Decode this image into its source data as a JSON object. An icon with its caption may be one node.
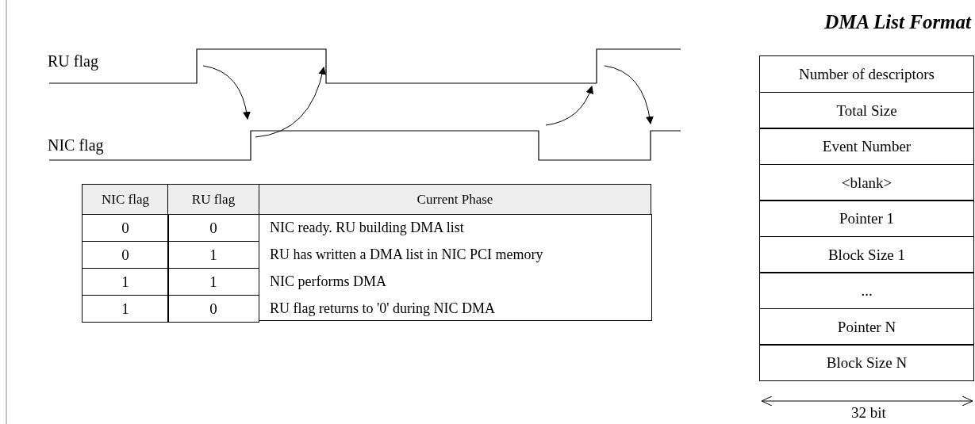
{
  "diagram": {
    "labels": [
      "RU flag",
      "NIC flag",
      "NIC flag",
      "RU flag",
      "Current Phase",
      "0",
      "0",
      "NIC ready. RU building DMA list",
      "0",
      "1",
      "RU has written a DMA list in NIC PCI memory",
      "1",
      "1",
      "NIC performs DMA",
      "1",
      "0",
      "RU flag returns to '0' during NIC DMA",
      "DMA List Format",
      "Number of descriptors",
      "Total Size",
      "Event Number",
      "<blank>",
      "Pointer 1",
      "Block Size 1",
      "...",
      "Pointer N",
      "Block Size N",
      "32 bit"
    ]
  }
}
